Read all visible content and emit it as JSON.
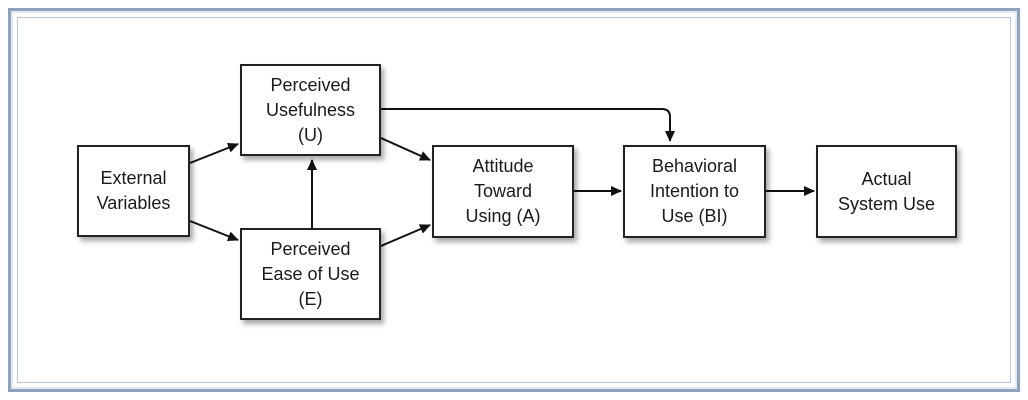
{
  "diagram": {
    "nodes": {
      "external": "External\nVariables",
      "usefulness": "Perceived\nUsefulness\n(U)",
      "ease": "Perceived\nEase of Use\n(E)",
      "attitude": "Attitude\nToward\nUsing (A)",
      "intention": "Behavioral\nIntention to\nUse (BI)",
      "actual": "Actual\nSystem Use"
    },
    "edges": [
      {
        "from": "external",
        "to": "usefulness"
      },
      {
        "from": "external",
        "to": "ease"
      },
      {
        "from": "ease",
        "to": "usefulness"
      },
      {
        "from": "usefulness",
        "to": "attitude"
      },
      {
        "from": "ease",
        "to": "attitude"
      },
      {
        "from": "usefulness",
        "to": "intention"
      },
      {
        "from": "attitude",
        "to": "intention"
      },
      {
        "from": "intention",
        "to": "actual"
      }
    ]
  },
  "colors": {
    "frame_border": "#8ea3bf",
    "box_border": "#222222",
    "arrow": "#111111"
  }
}
